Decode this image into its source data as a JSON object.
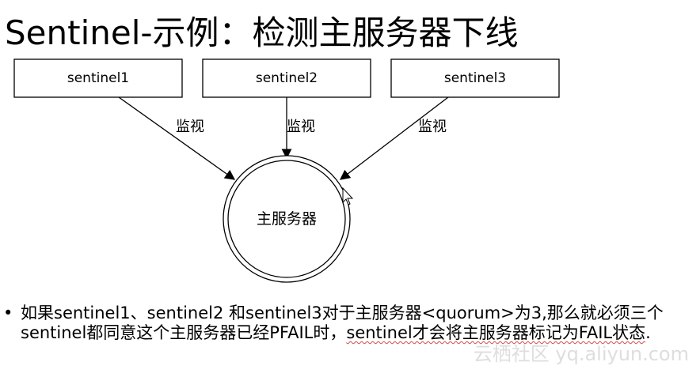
{
  "title": "Sentinel-示例：检测主服务器下线",
  "sentinels": [
    {
      "label": "sentinel1",
      "edge_label": "监视"
    },
    {
      "label": "sentinel2",
      "edge_label": "监视"
    },
    {
      "label": "sentinel3",
      "edge_label": "监视"
    }
  ],
  "master": {
    "label": "主服务器"
  },
  "bullet": {
    "text_main": "如果sentinel1、sentinel2 和sentinel3对于主服务器<quorum>为3,那么就必须三个sentinel都同意这个主服务器已经PFAIL时，",
    "text_underlined_1": "sentinel才会将主服务器标记为FAIL状态",
    "text_end": "."
  },
  "watermark": "云栖社区 yq.aliyun.com"
}
